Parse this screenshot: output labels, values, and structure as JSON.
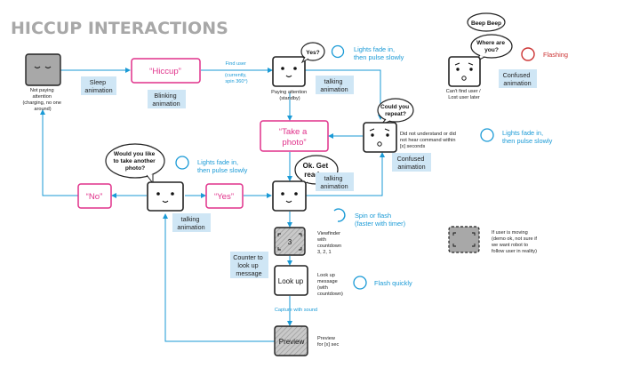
{
  "title": "HICCUP INTERACTIONS",
  "nodes": {
    "sleep_note": [
      "Not paying",
      "attention",
      "(charging, no one",
      "around)"
    ],
    "sleep_anim": [
      "Sleep",
      "animation"
    ],
    "hiccup": "“Hiccup”",
    "blinking": [
      "Blinking",
      "animation"
    ],
    "find_user": [
      "Find user",
      "(currently,",
      "spin 360°)"
    ],
    "yes_bubble": "Yes?",
    "paying_note": [
      "Paying attention",
      "(standby)"
    ],
    "talking1": [
      "talking",
      "animation"
    ],
    "lights1": [
      "Lights fade in,",
      "then pulse slowly"
    ],
    "beep": "Beep Beep",
    "where": [
      "Where are",
      "you?"
    ],
    "flashing": "Flashing",
    "confused1": [
      "Confused",
      "animation"
    ],
    "cant_find": [
      "Can't find user /",
      "Lost user later"
    ],
    "take_photo": [
      "“Take a",
      "photo”"
    ],
    "could_you": [
      "Could you",
      "repeat?"
    ],
    "did_not": [
      "Did not understand or did",
      "not hear command within",
      "[x] seconds"
    ],
    "lights2": [
      "Lights fade in,",
      "then pulse slowly"
    ],
    "confused2": [
      "Confused",
      "animation"
    ],
    "would_you": [
      "Would you like",
      "to take another",
      "photo?"
    ],
    "lights3": [
      "Lights fade in,",
      "then pulse slowly"
    ],
    "no": "“No”",
    "yes": "“Yes”",
    "talking2": [
      "talking",
      "animation"
    ],
    "ok_get": [
      "Ok. Get",
      "ready..."
    ],
    "talking3": [
      "talking",
      "animation"
    ],
    "spin": [
      "Spin or flash",
      "(faster with timer)"
    ],
    "viewfinder_num": "3",
    "viewfinder_note": [
      "Viewfinder",
      "with",
      "countdown",
      "3, 2, 1"
    ],
    "counter": [
      "Counter to",
      "look up",
      "message"
    ],
    "lookup": "Look up",
    "lookup_note": [
      "Look up",
      "message",
      "(with",
      "countdown)"
    ],
    "flash_quick": "Flash quickly",
    "capture": "Capture with sound",
    "preview": "Preview",
    "preview_note": [
      "Preview",
      "for [x] sec"
    ],
    "moving_note": [
      "If user is moving",
      "(demo ok, not sure if",
      "we want robot to",
      "follow user in reality)"
    ]
  },
  "colors": {
    "blue": "#1a9ad6",
    "pink": "#e0308a",
    "red": "#cc3333",
    "label_bg": "#cfe6f5",
    "grey": "#bdbdbd",
    "title": "#a8a8a8"
  }
}
